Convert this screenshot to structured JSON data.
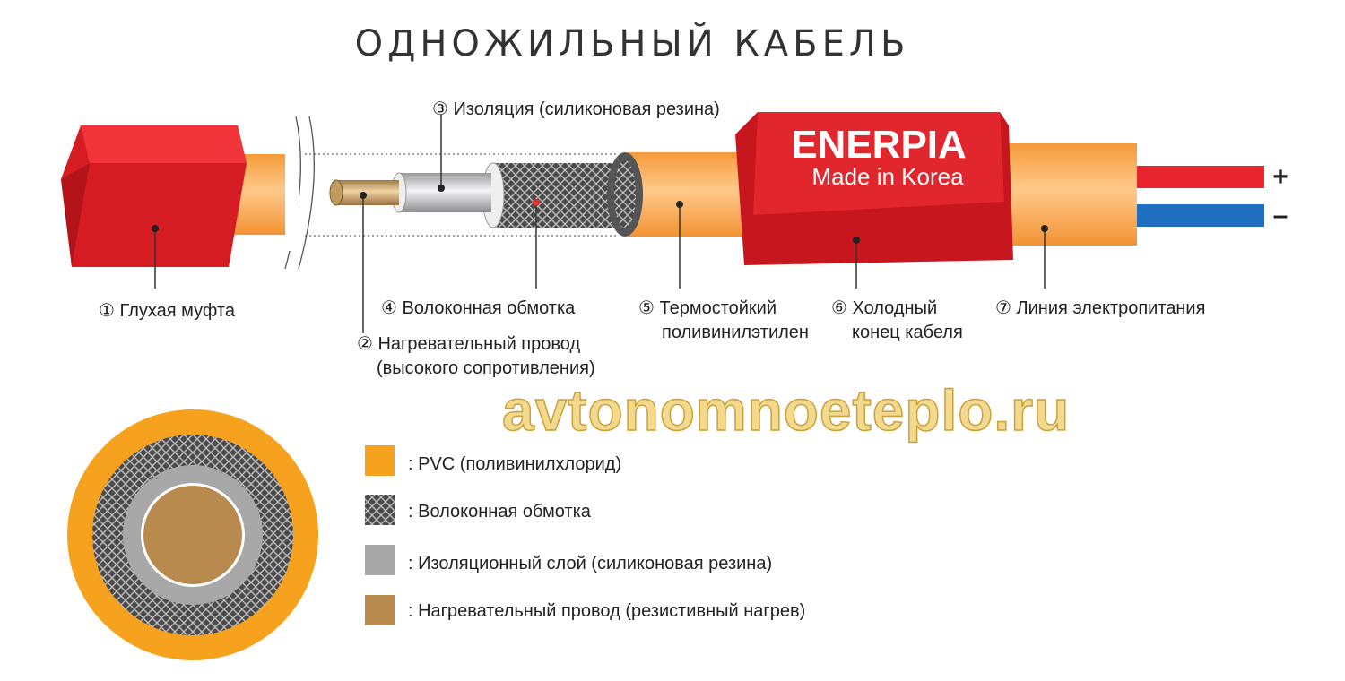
{
  "title": "ОДНОЖИЛЬНЫЙ КАБЕЛЬ",
  "brand": {
    "name": "ENERPIA",
    "tagline": "Made in Korea"
  },
  "polarity": {
    "plus": "+",
    "minus": "–"
  },
  "labels": {
    "l1": "① Глухая муфта",
    "l2a": "② Нагревательный провод",
    "l2b": "(высокого сопротивления)",
    "l3": "③ Изоляция (силиконовая резина)",
    "l4": "④ Волоконная обмотка",
    "l5a": "⑤ Термостойкий",
    "l5b": "поливинилэтилен",
    "l6a": "⑥ Холодный",
    "l6b": "конец кабеля",
    "l7": "⑦ Линия электропитания"
  },
  "watermark": "avtonomnoeteplo.ru",
  "legend": [
    {
      "text": ": PVC  (поливинилхлорид)",
      "color": "#f7a21e"
    },
    {
      "text": ": Волоконная обмотка",
      "color": "pattern"
    },
    {
      "text": ": Изоляционный слой (силиконовая резина)",
      "color": "#a8a8a8"
    },
    {
      "text": ": Нагревательный провод (резистивный нагрев)",
      "color": "#b88a4e"
    }
  ],
  "colors": {
    "pvc": "#f7a21e",
    "red": "#e0222a",
    "blue": "#1e6fc0",
    "copper": "#c9a16a",
    "silicone": "#c8c8cc"
  }
}
